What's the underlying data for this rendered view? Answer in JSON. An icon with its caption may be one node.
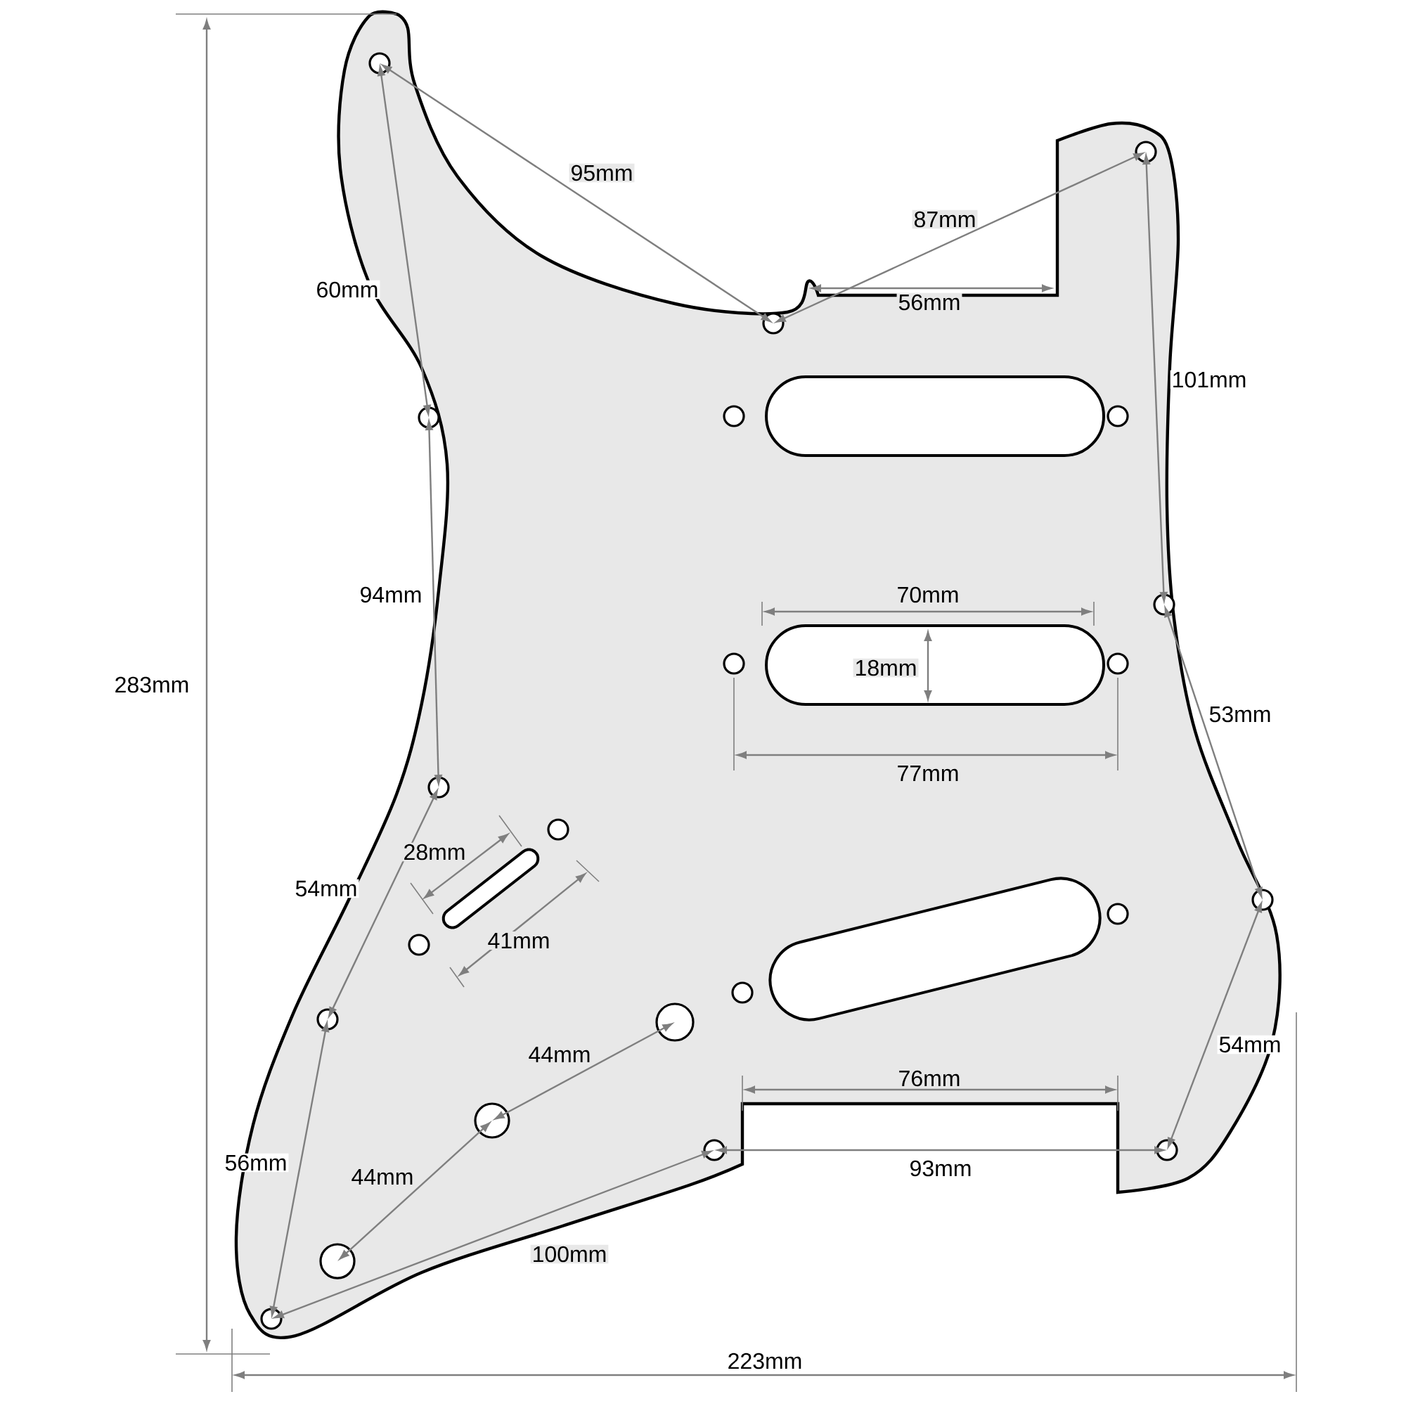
{
  "diagram": {
    "nodes": [
      {
        "text": [],
        "shape": "bar"
      },
      {
        "text": [],
        "shape": "bar"
      },
      {
        "text": [],
        "shape": "bar"
      }
    ],
    "labels": [
      "95mm",
      "87mm",
      "60mm",
      "56mm",
      "101mm",
      "94mm",
      "70mm",
      "18mm",
      "283mm",
      "53mm",
      "77mm",
      "28mm",
      "54mm",
      "41mm",
      "44mm",
      "76mm",
      "54mm",
      "56mm",
      "93mm",
      "44mm",
      "100mm",
      "223mm"
    ]
  }
}
